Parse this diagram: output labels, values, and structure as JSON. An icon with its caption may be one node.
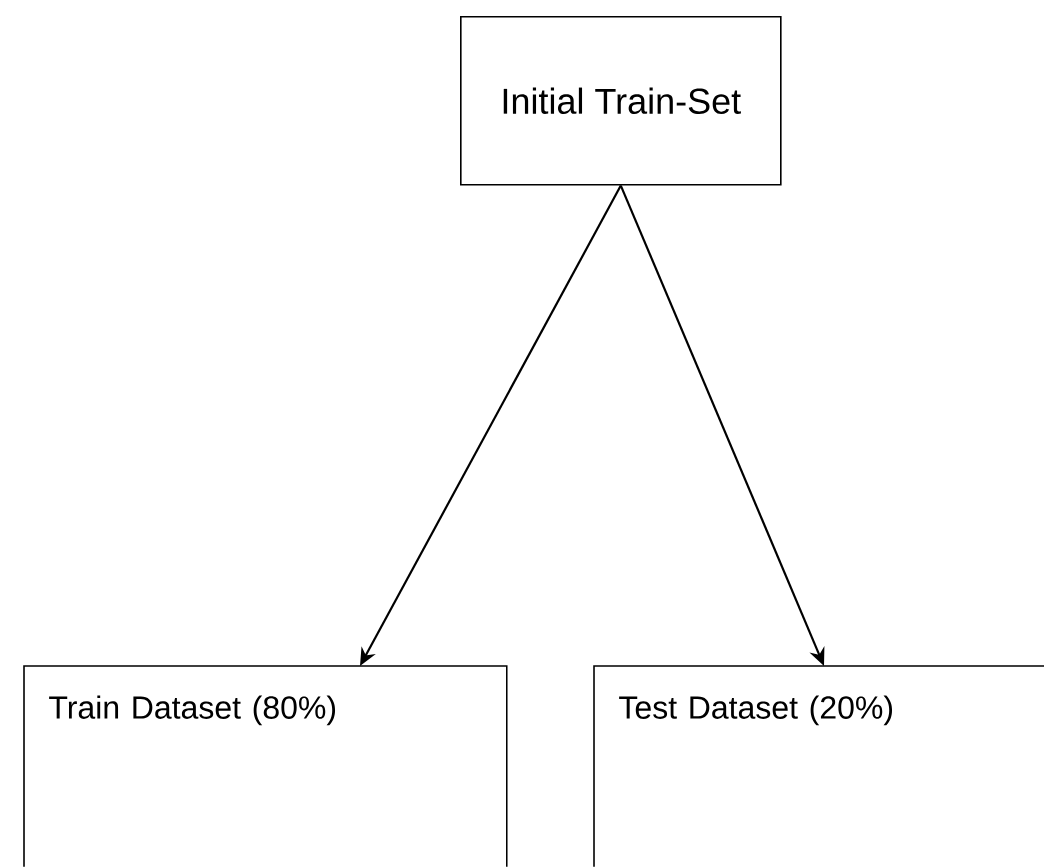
{
  "diagram": {
    "nodes": [
      {
        "text": [
          "Initial Train-Set"
        ]
      },
      {
        "text": [
          "Train Dataset (80%)"
        ]
      },
      {
        "text": [
          "Test Dataset (20%)"
        ]
      }
    ],
    "edges": [
      {
        "from": 0,
        "to": 1,
        "arrow": "to"
      },
      {
        "from": 0,
        "to": 2,
        "arrow": "to"
      }
    ]
  }
}
